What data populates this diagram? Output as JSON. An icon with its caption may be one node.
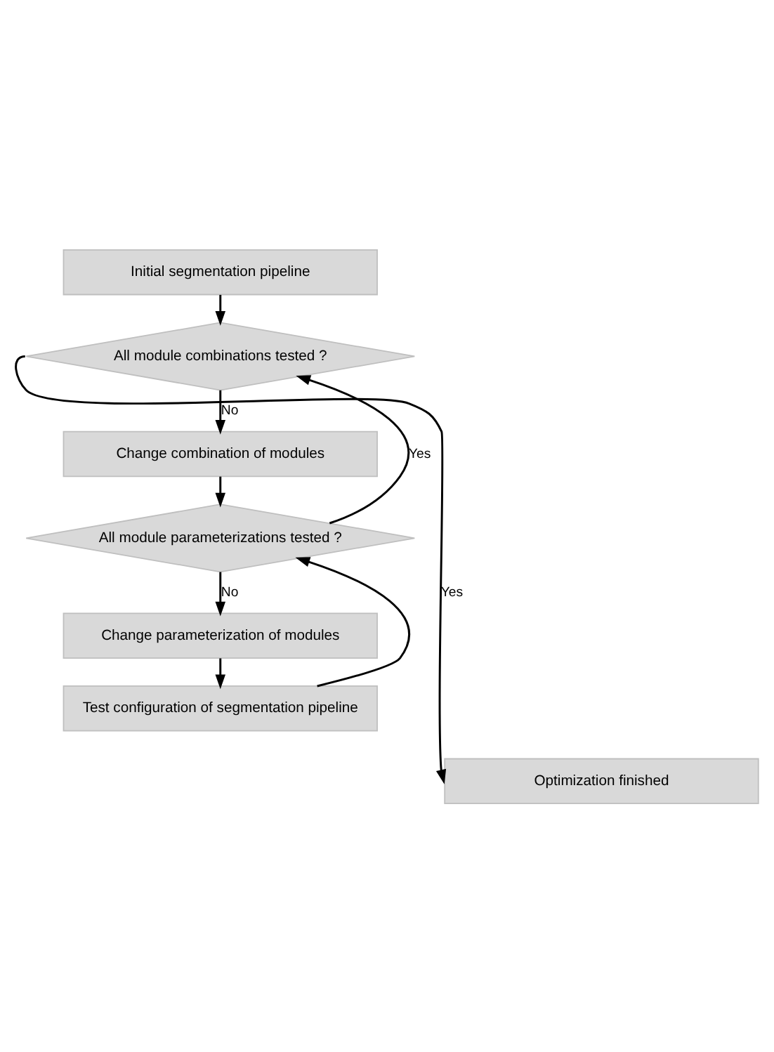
{
  "diagram": {
    "nodes": [
      {
        "text": [
          "Initial segmentation pipeline"
        ]
      },
      {
        "text": [
          "All module combinations tested ?"
        ]
      },
      {
        "text": [
          "Change combination of modules"
        ]
      },
      {
        "text": [
          "All module parameterizations tested ?"
        ]
      },
      {
        "text": [
          "Change parameterization of modules"
        ]
      },
      {
        "text": [
          "Test configuration of segmentation pipeline"
        ]
      },
      {
        "text": [
          "Optimization finished"
        ]
      }
    ],
    "edges": [
      {
        "from": 0,
        "to": 1,
        "arrow": "to"
      },
      {
        "from": 1,
        "to": 2,
        "arrow": "to",
        "label": "No"
      },
      {
        "from": 2,
        "to": 3,
        "arrow": "to"
      },
      {
        "from": 3,
        "to": 4,
        "arrow": "to",
        "label": "No"
      },
      {
        "from": 4,
        "to": 5,
        "arrow": "to"
      },
      {
        "from": 5,
        "to": 3,
        "arrow": "to"
      },
      {
        "from": 3,
        "to": 1,
        "arrow": "to",
        "label": "Yes"
      },
      {
        "from": 1,
        "to": 6,
        "arrow": "to",
        "label": "Yes"
      }
    ]
  }
}
